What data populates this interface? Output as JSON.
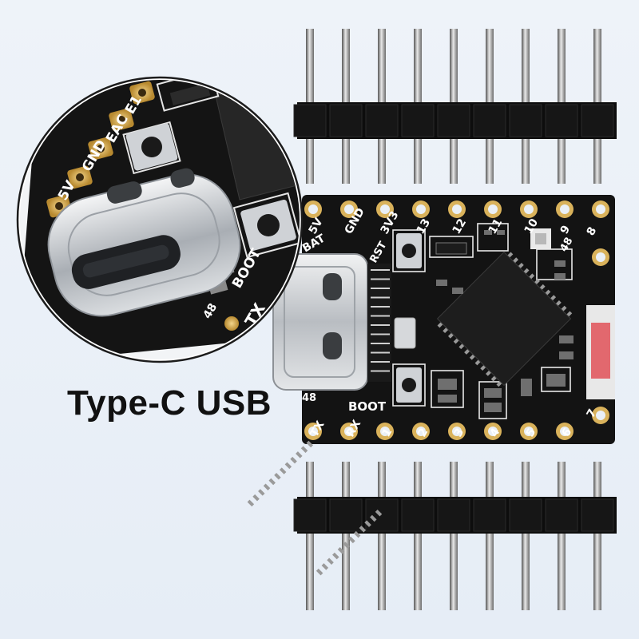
{
  "caption": "Type-C USB",
  "board": {
    "top_pin_labels": [
      "5V",
      "GND",
      "3V3",
      "13",
      "12",
      "11",
      "10",
      "9"
    ],
    "right_pin_labels": [
      "8",
      "7"
    ],
    "bottom_pin_labels": [
      "TX",
      "RX",
      "1",
      "2",
      "3",
      "4",
      "5",
      "6"
    ],
    "silk_labels": {
      "bat": "BAT",
      "rst": "RST",
      "boot": "BOOT",
      "led_top": "48",
      "led_bottom": "48"
    }
  },
  "zoom": {
    "pad_labels": [
      "E1",
      "EAC",
      "GND",
      "5V"
    ],
    "boot_label": "BOOT",
    "tx_label": "TX",
    "led_label": "48"
  },
  "colors": {
    "pcb": "#131313",
    "gold": "#d9b25b",
    "silver": "#c9cdd2",
    "header": "#0d0d0d",
    "background": "#eaf0f7"
  }
}
